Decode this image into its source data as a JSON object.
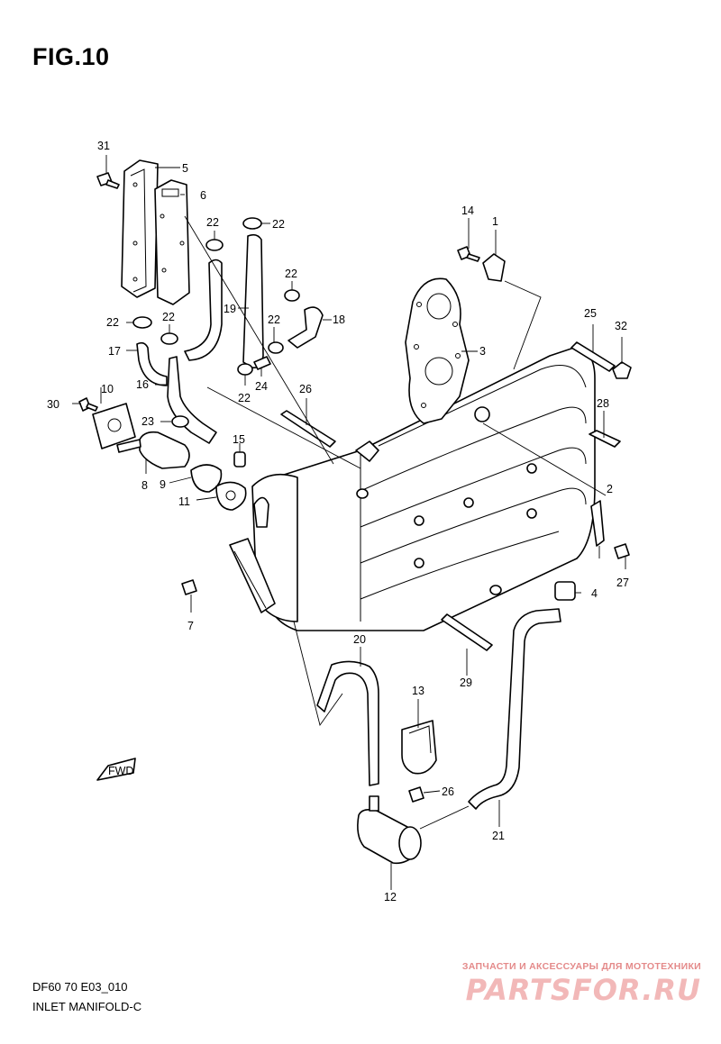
{
  "figure": {
    "title": "FIG.10",
    "code": "DF60 70 E03_010",
    "name": "INLET MANIFOLD-C"
  },
  "forward_badge": "FWD",
  "watermark": {
    "tagline": "ЗАПЧАСТИ И АКСЕССУАРЫ ДЛЯ МОТОТЕХНИКИ",
    "logo": "PARTSFOR.RU",
    "color": "#e48a8a"
  },
  "callouts": [
    "1",
    "2",
    "3",
    "4",
    "5",
    "6",
    "7",
    "8",
    "9",
    "10",
    "11",
    "12",
    "13",
    "14",
    "15",
    "16",
    "17",
    "18",
    "19",
    "20",
    "21",
    "22",
    "22",
    "22",
    "22",
    "22",
    "22",
    "22",
    "23",
    "24",
    "25",
    "26",
    "26",
    "27",
    "28",
    "29",
    "30",
    "31",
    "32"
  ]
}
